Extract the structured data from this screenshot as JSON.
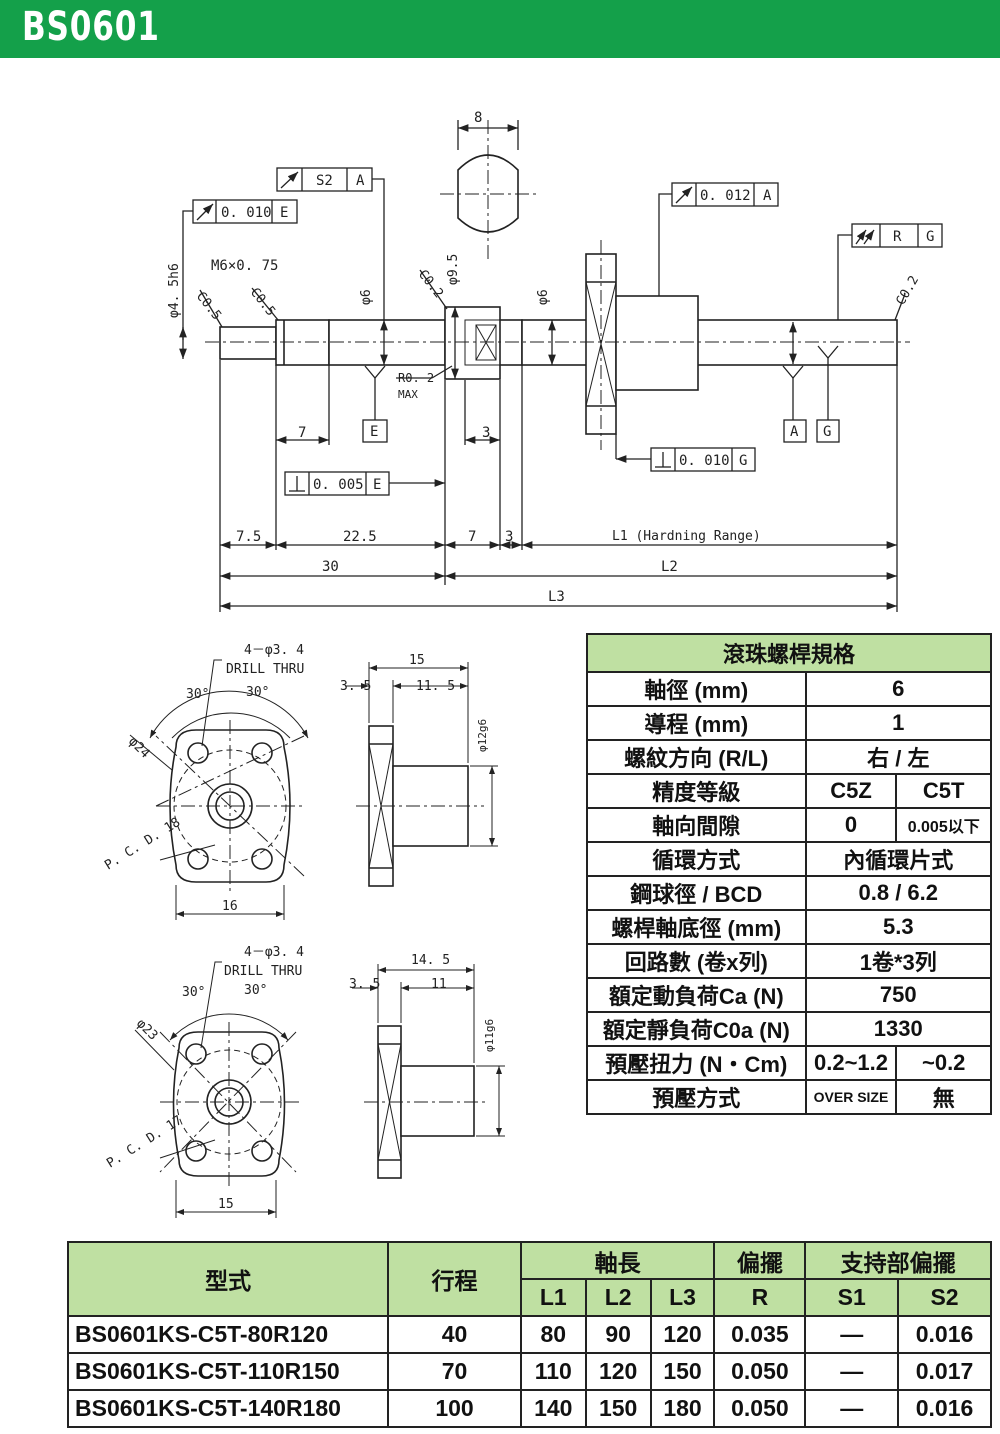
{
  "header": {
    "title": "BS0601"
  },
  "drawing_top": {
    "labels": {
      "s2_tol": "S2",
      "s2_datum": "A",
      "runout_top": "0. 010",
      "runout_top_datum": "E",
      "dia45": "φ4. 5h6",
      "m6": "M6×0. 75",
      "c05a": "C0.5",
      "c05b": "C0.5",
      "dia6_tol": "φ6",
      "c02a": "C0.2",
      "dia95": "φ9.5",
      "width8": "8",
      "dia6": "φ6",
      "runout_nut": "0. 012",
      "runout_nut_datum": "A",
      "rg_r": "R",
      "rg_g": "G",
      "c02b": "C0.2",
      "r02": "R0. 2",
      "max": "MAX",
      "datum_e": "E",
      "datum_a": "A",
      "datum_g": "G",
      "dim7a": "7",
      "dim3a": "3",
      "perp_e": "0. 005",
      "perp_e_datum": "E",
      "perp_g": "0. 010",
      "perp_g_datum": "G",
      "dim75": "7.5",
      "dim225": "22.5",
      "dim7b": "7",
      "dim3b": "3",
      "l1": "L1 (Hardning  Range)",
      "dim30": "30",
      "l2": "L2",
      "l3": "L3"
    }
  },
  "nut_views": {
    "upper": {
      "holes": "4－φ3. 4",
      "drill": "DRILL  THRU",
      "ang1": "30°",
      "ang2": "30°",
      "dia": "φ24",
      "pcd": "P. C. D. 18",
      "width": "16",
      "len": "15",
      "flange": "3. 5",
      "body": "11. 5",
      "dia_body": "φ12g6"
    },
    "lower": {
      "holes": "4－φ3. 4",
      "drill": "DRILL  THRU",
      "ang1": "30°",
      "ang2": "30°",
      "dia": "φ23",
      "pcd": "P. C. D. 17",
      "width": "15",
      "len": "14. 5",
      "flange": "3. 5",
      "body": "11",
      "dia_body": "φ11g6"
    }
  },
  "spec_table": {
    "title": "滾珠螺桿規格",
    "rows": [
      {
        "label": "軸徑 (mm)",
        "value": "6"
      },
      {
        "label": "導程 (mm)",
        "value": "1"
      },
      {
        "label": "螺紋方向 (R/L)",
        "value": "右 / 左"
      },
      {
        "label": "精度等級",
        "v1": "C5Z",
        "v2": "C5T"
      },
      {
        "label": "軸向間隙",
        "v1": "0",
        "v2": "0.005以下"
      },
      {
        "label": "循環方式",
        "value": "內循環片式"
      },
      {
        "label": "鋼球徑 / BCD",
        "value": "0.8 / 6.2"
      },
      {
        "label": "螺桿軸底徑 (mm)",
        "value": "5.3"
      },
      {
        "label": "回路數 (卷x列)",
        "value": "1卷*3列"
      },
      {
        "label": "額定動負荷Ca  (N)",
        "value": "750"
      },
      {
        "label": "額定靜負荷C0a  (N)",
        "value": "1330"
      },
      {
        "label": "預壓扭力  (N・Cm)",
        "v1": "0.2~1.2",
        "v2": "~0.2"
      },
      {
        "label": "預壓方式",
        "v1": "OVER SIZE",
        "v2": "無"
      }
    ]
  },
  "model_table": {
    "headers": {
      "model": "型式",
      "stroke": "行程",
      "shaft": "軸長",
      "runout": "偏擺",
      "support": "支持部偏擺",
      "l1": "L1",
      "l2": "L2",
      "l3": "L3",
      "r": "R",
      "s1": "S1",
      "s2": "S2"
    },
    "rows": [
      {
        "model": "BS0601KS-C5T-80R120",
        "stroke": "40",
        "l1": "80",
        "l2": "90",
        "l3": "120",
        "r": "0.035",
        "s1": "—",
        "s2": "0.016"
      },
      {
        "model": "BS0601KS-C5T-110R150",
        "stroke": "70",
        "l1": "110",
        "l2": "120",
        "l3": "150",
        "r": "0.050",
        "s1": "—",
        "s2": "0.017"
      },
      {
        "model": "BS0601KS-C5T-140R180",
        "stroke": "100",
        "l1": "140",
        "l2": "150",
        "l3": "180",
        "r": "0.050",
        "s1": "—",
        "s2": "0.016"
      }
    ]
  },
  "colors": {
    "header": "#14a04a",
    "table_header": "#bfe0a2"
  }
}
